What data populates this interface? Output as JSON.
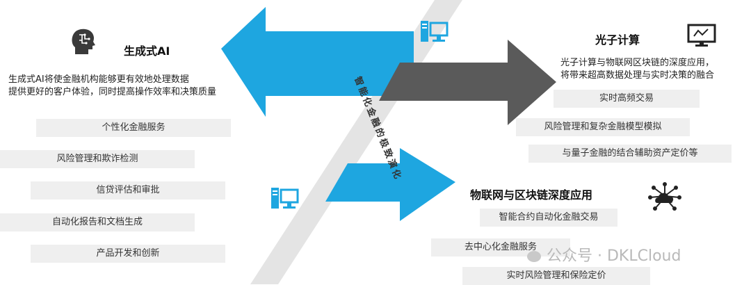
{
  "left": {
    "title": "生成式AI",
    "desc_line1": "生成式AI将使金融机构能够更有效地处理数据",
    "desc_line2": "提供更好的客户体验，同时提高操作效率和决策质量",
    "items": [
      "个性化金融服务",
      "风险管理和欺诈检测",
      "信贷评估和审批",
      "自动化报告和文档生成",
      "产品开发和创新"
    ]
  },
  "right_top": {
    "title": "光子计算",
    "desc_line1": "光子计算与物联网区块链的深度应用，",
    "desc_line2": "将带来超高数据处理与实时决策的融合",
    "items": [
      "实时高频交易",
      "风险管理和复杂金融模型模拟",
      "与量子金融的结合辅助资产定价等"
    ]
  },
  "right_bottom": {
    "title": "物联网与区块链深度应用",
    "items": [
      "智能合约自动化金融交易",
      "去中心化金融服务",
      "实时风险管理和保险定价"
    ]
  },
  "center": {
    "band_label": "智能化金融的极致演化"
  },
  "watermark": {
    "text": "公众号 · DKLCloud"
  },
  "colors": {
    "blue": "#1ea6e0",
    "gray_arrow": "#5a5a5a",
    "band": "#e4e4e4"
  },
  "icons": {
    "left": "brain-head-icon",
    "right_top": "monitor-icon",
    "right_bottom": "cloud-network-icon",
    "center_top": "computer-icon",
    "center_bottom": "computer-icon"
  }
}
